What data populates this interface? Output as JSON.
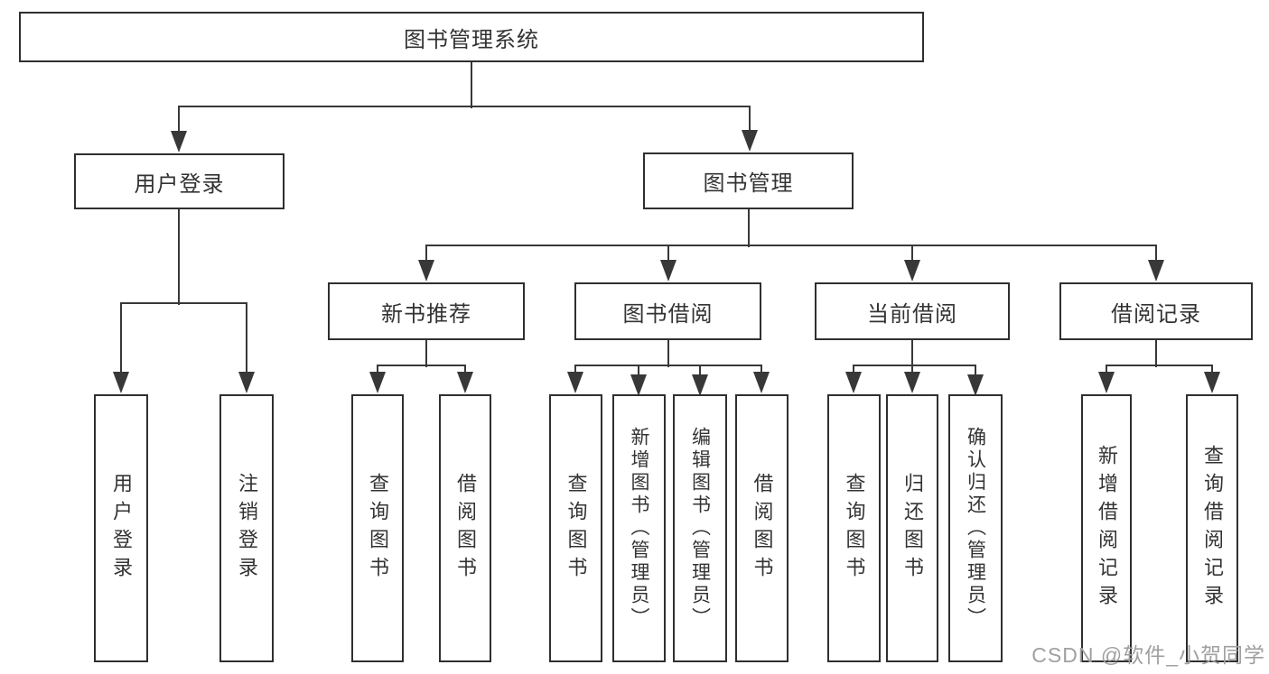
{
  "diagram": {
    "title": "图书管理系统",
    "nodes": [
      {
        "id": "root",
        "label": "图书管理系统",
        "orientation": "horizontal"
      },
      {
        "id": "user-login",
        "label": "用户登录",
        "orientation": "horizontal"
      },
      {
        "id": "book-mgmt",
        "label": "图书管理",
        "orientation": "horizontal"
      },
      {
        "id": "leaf-user-login",
        "label": "用户登录",
        "orientation": "vertical"
      },
      {
        "id": "leaf-logout",
        "label": "注销登录",
        "orientation": "vertical"
      },
      {
        "id": "new-books",
        "label": "新书推荐",
        "orientation": "horizontal"
      },
      {
        "id": "book-borrow",
        "label": "图书借阅",
        "orientation": "horizontal"
      },
      {
        "id": "current-borrow",
        "label": "当前借阅",
        "orientation": "horizontal"
      },
      {
        "id": "borrow-records",
        "label": "借阅记录",
        "orientation": "horizontal"
      },
      {
        "id": "nb-query",
        "label": "查询图书",
        "orientation": "vertical"
      },
      {
        "id": "nb-borrow",
        "label": "借阅图书",
        "orientation": "vertical"
      },
      {
        "id": "bb-query",
        "label": "查询图书",
        "orientation": "vertical"
      },
      {
        "id": "bb-add",
        "label": "新增图书（管理员）",
        "orientation": "vertical"
      },
      {
        "id": "bb-edit",
        "label": "编辑图书（管理员）",
        "orientation": "vertical"
      },
      {
        "id": "bb-borrow",
        "label": "借阅图书",
        "orientation": "vertical"
      },
      {
        "id": "cb-query",
        "label": "查询图书",
        "orientation": "vertical"
      },
      {
        "id": "cb-return",
        "label": "归还图书",
        "orientation": "vertical"
      },
      {
        "id": "cb-confirm",
        "label": "确认归还（管理员）",
        "orientation": "vertical"
      },
      {
        "id": "br-add",
        "label": "新增借阅记录",
        "orientation": "vertical"
      },
      {
        "id": "br-query",
        "label": "查询借阅记录",
        "orientation": "vertical"
      }
    ],
    "hierarchy": {
      "root": [
        "user-login",
        "book-mgmt"
      ],
      "user-login": [
        "leaf-user-login",
        "leaf-logout"
      ],
      "book-mgmt": [
        "new-books",
        "book-borrow",
        "current-borrow",
        "borrow-records"
      ],
      "new-books": [
        "nb-query",
        "nb-borrow"
      ],
      "book-borrow": [
        "bb-query",
        "bb-add",
        "bb-edit",
        "bb-borrow"
      ],
      "current-borrow": [
        "cb-query",
        "cb-return",
        "cb-confirm"
      ],
      "borrow-records": [
        "br-add",
        "br-query"
      ]
    }
  },
  "watermark": {
    "text": "CSDN @软件_小贺同学"
  },
  "colors": {
    "background": "#ffffff",
    "box_border": "#2f2f2f",
    "line": "#383838",
    "text": "#333333",
    "watermark": "#a0a0a0"
  }
}
